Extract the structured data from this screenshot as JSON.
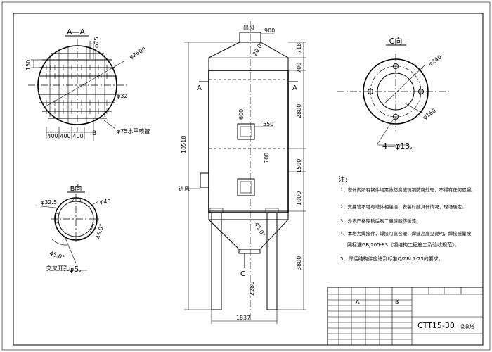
{
  "section_aa": {
    "title": "A—A",
    "dims": {
      "d75": "φ75",
      "d2600": "φ2600",
      "d32": "φ32",
      "v150": "150",
      "w1": "400",
      "w2": "400",
      "w3": "400"
    },
    "leader_label": "B",
    "pipe_note": "φ75水平喷管"
  },
  "view_b": {
    "title": "B向",
    "dims": {
      "d325": "φ32.5",
      "d40": "φ40",
      "a45a": "45.0°",
      "a45b": "45.0°"
    },
    "hole_note": "交叉开孔",
    "hole_dim": "φ5,"
  },
  "elevation": {
    "outlet_label": "出风",
    "dims": {
      "top900": "900",
      "angle20": "20.0°",
      "h718": "718",
      "h700a": "700",
      "h2800": "2800",
      "h600": "600",
      "w550": "550",
      "h700b": "700",
      "h1500": "1500",
      "h1000": "1000",
      "h3800": "3800",
      "h2280": "2280",
      "overall": "10518",
      "width": "1837",
      "cone_angle": "45.0°"
    },
    "inlet_label": "进风",
    "section_left": "A",
    "section_right": "A",
    "view_label": "C"
  },
  "view_c": {
    "title": "C向",
    "dims": {
      "d240": "φ240",
      "d160": "φ160"
    },
    "bolt_note": "4—φ13,"
  },
  "notes": {
    "heading": "注:",
    "items": [
      "1、塔体内所有钢件均需做防腐玻璃钢防腐处理，不得有任何遗漏。",
      "2、支撑管不可与塔体相连接，安装时随具体情况，现场确定。",
      "3、外表严格除锈后刷二遍醇酸防锈漆。",
      "4、本塔为焊接件，焊接可靠合理，焊缝高度见说明，焊接质量按",
      "照标准GBJ205-83《钢结构工程施工及验收规范》。",
      "5、焊接结构件应达到标准Q/ZBL1-73的要求。"
    ]
  },
  "title_block": {
    "col_a": "A",
    "col_b": "B",
    "drawing_no": "CTT15-30",
    "name": "吸收塔"
  }
}
